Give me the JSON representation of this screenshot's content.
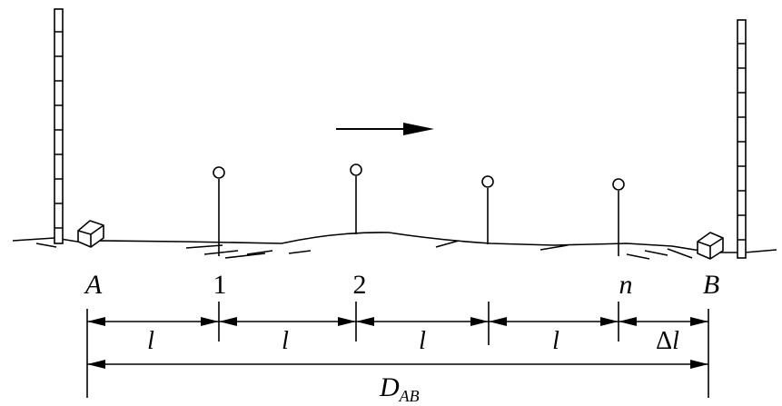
{
  "points": {
    "start": "A",
    "first": "1",
    "second": "2",
    "last": "n",
    "end": "B"
  },
  "segments": {
    "seg1": "l",
    "seg2": "l",
    "seg3": "l",
    "seg4": "l",
    "remainder_symbol": "Δ",
    "remainder_var": "l"
  },
  "total": {
    "main": "D",
    "subscript": "AB"
  }
}
